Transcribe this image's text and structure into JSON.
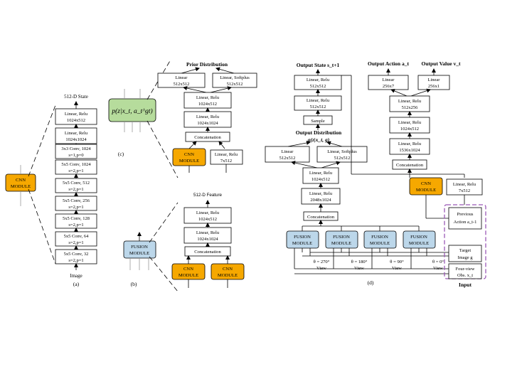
{
  "panel_a": {
    "caption": "(a)",
    "output": "512-D State",
    "input": "Image",
    "module": [
      "CNN",
      "MODULE"
    ],
    "layers": [
      [
        "Linear, Relu",
        "1024x512"
      ],
      [
        "Linear, Relu",
        "1024x1024"
      ],
      [
        "3x3 Conv, 1024",
        "s=1,p=0"
      ],
      [
        "5x5 Conv, 1024",
        "s=2,p=1"
      ],
      [
        "5x5 Conv, 512",
        "s=2,p=1"
      ],
      [
        "5x5 Conv, 256",
        "s=2,p=1"
      ],
      [
        "5x5 Conv, 128",
        "s=2,p=1"
      ],
      [
        "5x5 Conv, 64",
        "s=2,p=1"
      ],
      [
        "5x5 Conv, 32",
        "s=2,p=1"
      ]
    ]
  },
  "panel_b": {
    "caption": "(b)",
    "module": [
      "FUSION",
      "MODULE"
    ],
    "output": "512-D Feature",
    "layers": [
      [
        "Linear, Relu",
        "1024x512"
      ],
      [
        "Linear, Relu",
        "1024x1024"
      ]
    ],
    "concat": "Concatenation",
    "cnn_left": [
      "CNN",
      "MODULE"
    ],
    "cnn_right": [
      "CNN",
      "MODULE"
    ]
  },
  "panel_c": {
    "caption": "(c)",
    "module_formula": "p(z|x_t, a_t^gt)",
    "title": "Prior Distribution",
    "top_left": [
      "Linear",
      "512x512"
    ],
    "top_right": [
      "Linear, Softplus",
      "512x512"
    ],
    "mid1": [
      "Linear, Relu",
      "1024x512"
    ],
    "mid2": [
      "Linear, Relu",
      "1024x1024"
    ],
    "concat": "Concatenation",
    "cnn": [
      "CNN",
      "MODULE"
    ],
    "side": [
      "Linear, Relu",
      "7x512"
    ]
  },
  "panel_d": {
    "caption": "(d)",
    "output_state": "Output State s_t+1",
    "output_action": "Output Action a_t",
    "output_value": "Output Value v_t",
    "state_l1": [
      "Linear, Relu",
      "512x512"
    ],
    "state_l2": [
      "Linear, Relu",
      "512x512"
    ],
    "sample": "Sample",
    "dist_title": "Output Distribution",
    "dist_formula": "q(z|x_t, g)",
    "dist_left": [
      "Linear",
      "512x512"
    ],
    "dist_right": [
      "Linear, Softplus",
      "512x512"
    ],
    "d_l1": [
      "Linear, Relu",
      "1024x512"
    ],
    "d_l2": [
      "Linear, Relu",
      "2048x1024"
    ],
    "d_concat": "Concatenation",
    "action_box": [
      "Linear",
      "256x7"
    ],
    "value_box": [
      "Linear",
      "256x1"
    ],
    "r_l1": [
      "Linear, Relu",
      "512x256"
    ],
    "r_l2": [
      "Linear, Relu",
      "1024x512"
    ],
    "r_l3": [
      "Linear, Relu",
      "1536x1024"
    ],
    "r_concat": "Concatenation",
    "cnn": [
      "CNN",
      "MODULE"
    ],
    "side": [
      "Linear, Relu",
      "7x512"
    ],
    "fusion": [
      "FUSION",
      "MODULE"
    ],
    "views": [
      [
        "θ = 270°",
        "View"
      ],
      [
        "θ = 180°",
        "View"
      ],
      [
        "θ = 90°",
        "View"
      ],
      [
        "θ = 0°",
        "View"
      ]
    ],
    "prev_action": [
      "Previous",
      "Action a_t-1"
    ],
    "target": [
      "Target",
      "Image g"
    ],
    "fourview": [
      "Four-view",
      "Obs. x_t"
    ],
    "input_label": "Input"
  }
}
